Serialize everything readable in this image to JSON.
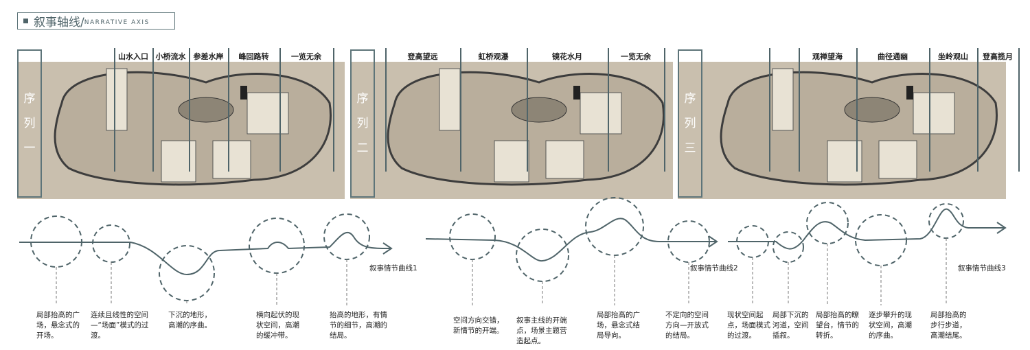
{
  "title": {
    "cn": "叙事轴线/",
    "en": "NARRATIVE AXIS"
  },
  "sequences": [
    {
      "label": [
        "序",
        "列",
        "一"
      ],
      "scenes": [
        "山水入口",
        "小桥流水",
        "参差水岸",
        "峰回路转",
        "一览无余"
      ],
      "curve_label": "叙事情节曲线1",
      "notes": [
        "局部抬高的广场，悬念式的开场。",
        "连续且线性的空间—“场面”模式的过渡。",
        "下沉的地形，高潮的序曲。",
        "横向起伏的现状空间，高潮的缓冲带。",
        "抬高的地形，有情节的细节，高潮的结局。"
      ]
    },
    {
      "label": [
        "序",
        "列",
        "二"
      ],
      "scenes": [
        "登高望远",
        "虹桥观瀑",
        "镜花水月",
        "一览无余"
      ],
      "curve_label": "叙事情节曲线2",
      "notes": [
        "空间方向交错，新情节的开端。",
        "叙事主线的开端点，场景主题营造起点。",
        "局部抬高的广场，悬念式结局导向。",
        "不定向的空间方向—开放式的结局。"
      ]
    },
    {
      "label": [
        "序",
        "列",
        "三"
      ],
      "scenes": [
        "观禅望海",
        "曲径通幽",
        "坐岭观山",
        "登高揽月"
      ],
      "curve_label": "叙事情节曲线3",
      "notes": [
        "现状空间起点，场面模式的过渡。",
        "局部下沉的河道，空间插叙。",
        "局部抬高的瞭望台，情节的转折。",
        "逐步攀升的现状空间，高潮的序曲。",
        "局部抬高的步行步道，高潮结尾。"
      ]
    }
  ],
  "colors": {
    "accent": "#5d7479",
    "map_bg": "#c9bfae"
  }
}
